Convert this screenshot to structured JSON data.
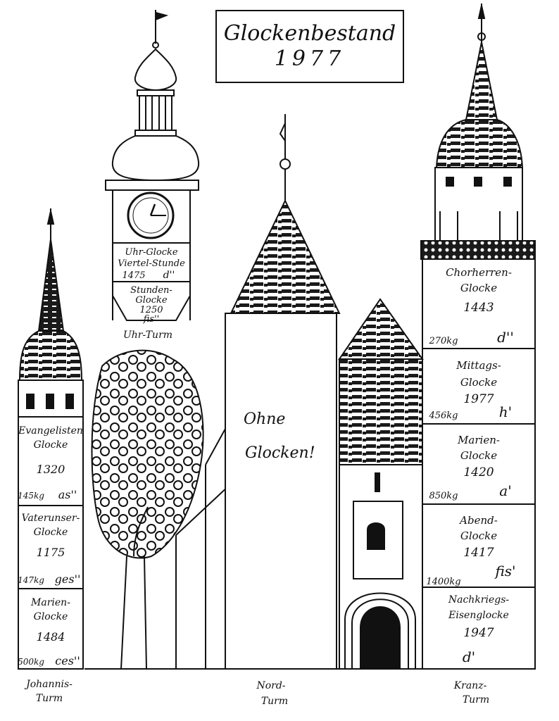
{
  "title": {
    "line1": "Glockenbestand",
    "line2": "1977"
  },
  "towers": {
    "uhr": {
      "label": "Uhr-Turm",
      "bells": [
        {
          "lines": [
            "Uhr-Glocke",
            "Viertel-Stunde"
          ],
          "year": "1475",
          "tone": "d''"
        },
        {
          "lines": [
            "Stunden-",
            "Glocke"
          ],
          "year": "1250",
          "tone": "fis''"
        }
      ]
    },
    "johannis": {
      "label_line1": "Johannis-",
      "label_line2": "Turm",
      "bells": [
        {
          "line1": "Evangelisten",
          "line2": "Glocke",
          "year": "1320",
          "weight": "145kg",
          "tone": "as''"
        },
        {
          "line1": "Vaterunser-",
          "line2": "Glocke",
          "year": "1175",
          "weight": "147kg",
          "tone": "ges''"
        },
        {
          "line1": "Marien-",
          "line2": "Glocke",
          "year": "1484",
          "weight": "500kg",
          "tone": "ces''"
        }
      ]
    },
    "nord": {
      "label_line1": "Nord-",
      "label_line2": "Turm",
      "note_line1": "Ohne",
      "note_line2": "Glocken!"
    },
    "kranz": {
      "label_line1": "Kranz-",
      "label_line2": "Turm",
      "bells": [
        {
          "line1": "Chorherren-",
          "line2": "Glocke",
          "year": "1443",
          "weight": "270kg",
          "tone": "d''"
        },
        {
          "line1": "Mittags-",
          "line2": "Glocke",
          "year": "1977",
          "weight": "456kg",
          "tone": "h'"
        },
        {
          "line1": "Marien-",
          "line2": "Glocke",
          "year": "1420",
          "weight": "850kg",
          "tone": "a'"
        },
        {
          "line1": "Abend-",
          "line2": "Glocke",
          "year": "1417",
          "weight": "1400kg",
          "tone": "fis'"
        },
        {
          "line1": "Nachkriegs-",
          "line2": "Eisenglocke",
          "year": "1947",
          "weight": "",
          "tone": "d'"
        }
      ]
    }
  }
}
